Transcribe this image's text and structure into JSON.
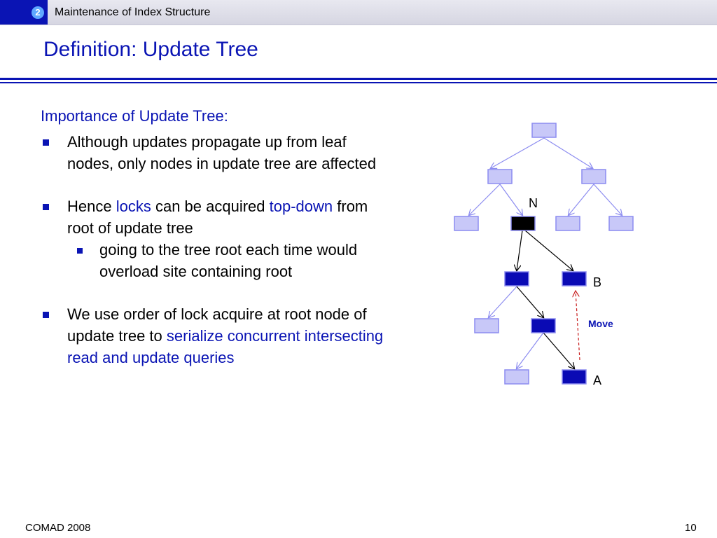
{
  "header": {
    "section_number": "2",
    "section_title": "Maintenance of Index Structure"
  },
  "slide": {
    "title": "Definition: Update Tree"
  },
  "content": {
    "heading": "Importance of Update Tree:",
    "bullet1": "Although updates propagate up from leaf nodes, only nodes in update tree are affected",
    "bullet2_part1": "Hence ",
    "bullet2_locks": "locks",
    "bullet2_part2": " can be acquired ",
    "bullet2_topdown": "top-down",
    "bullet2_part3": " from root of update tree",
    "sub_bullet": "going to the tree root each time would overload site containing root",
    "bullet3_part1": "We use order of lock acquire at root node of update tree to ",
    "bullet3_blue": "serialize concurrent intersecting read and update queries"
  },
  "diagram": {
    "label_n": "N",
    "label_b": "B",
    "label_a": "A",
    "label_move": "Move",
    "colors": {
      "light_node": "#c8c8f8",
      "dark_node": "#0a0ab4",
      "black_node": "#000000",
      "light_edge": "#8c8cf0",
      "dark_edge": "#000000",
      "move_arrow": "#c81e1e"
    }
  },
  "footer": {
    "left": "COMAD 2008",
    "page": "10"
  }
}
